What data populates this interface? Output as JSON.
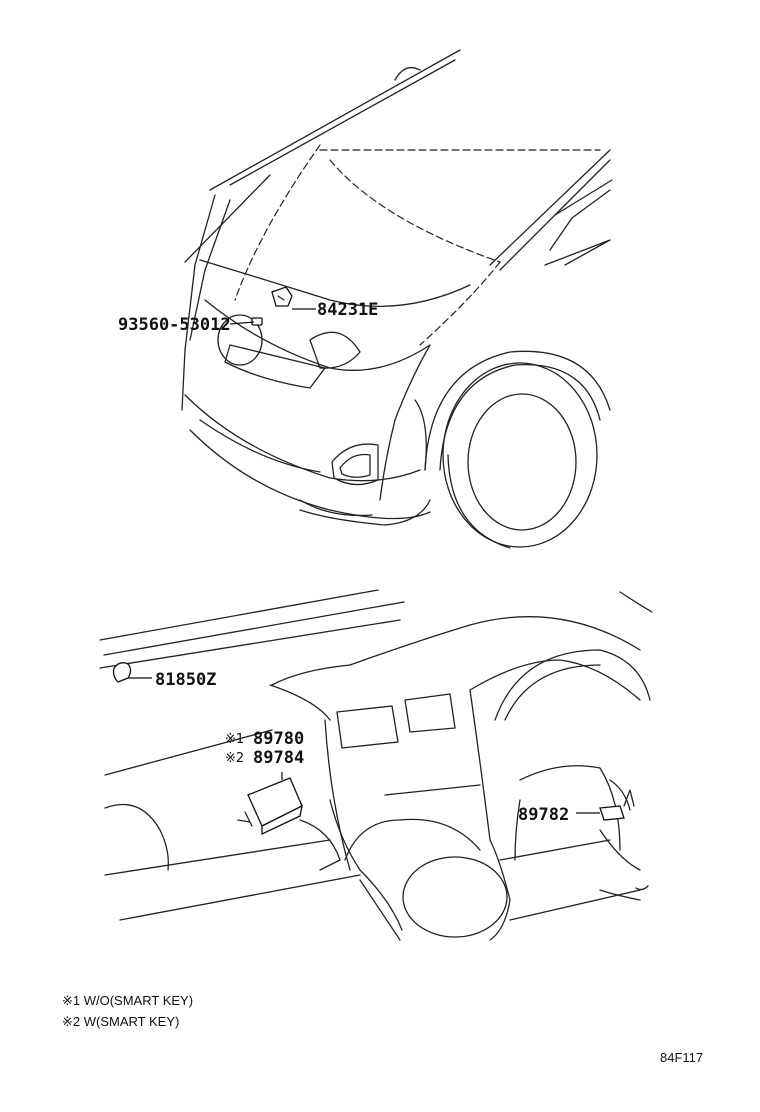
{
  "parts": {
    "p84231E": "84231E",
    "p93560": "93560-53012",
    "p81850Z": "81850Z",
    "p89780": "89780",
    "p89784": "89784",
    "p89782": "89782"
  },
  "notes": {
    "mark1": "※1",
    "mark2": "※2",
    "footnote1": "※1 W/O(SMART KEY)",
    "footnote2": "※2 W(SMART KEY)"
  },
  "illustration_code": "84F117"
}
